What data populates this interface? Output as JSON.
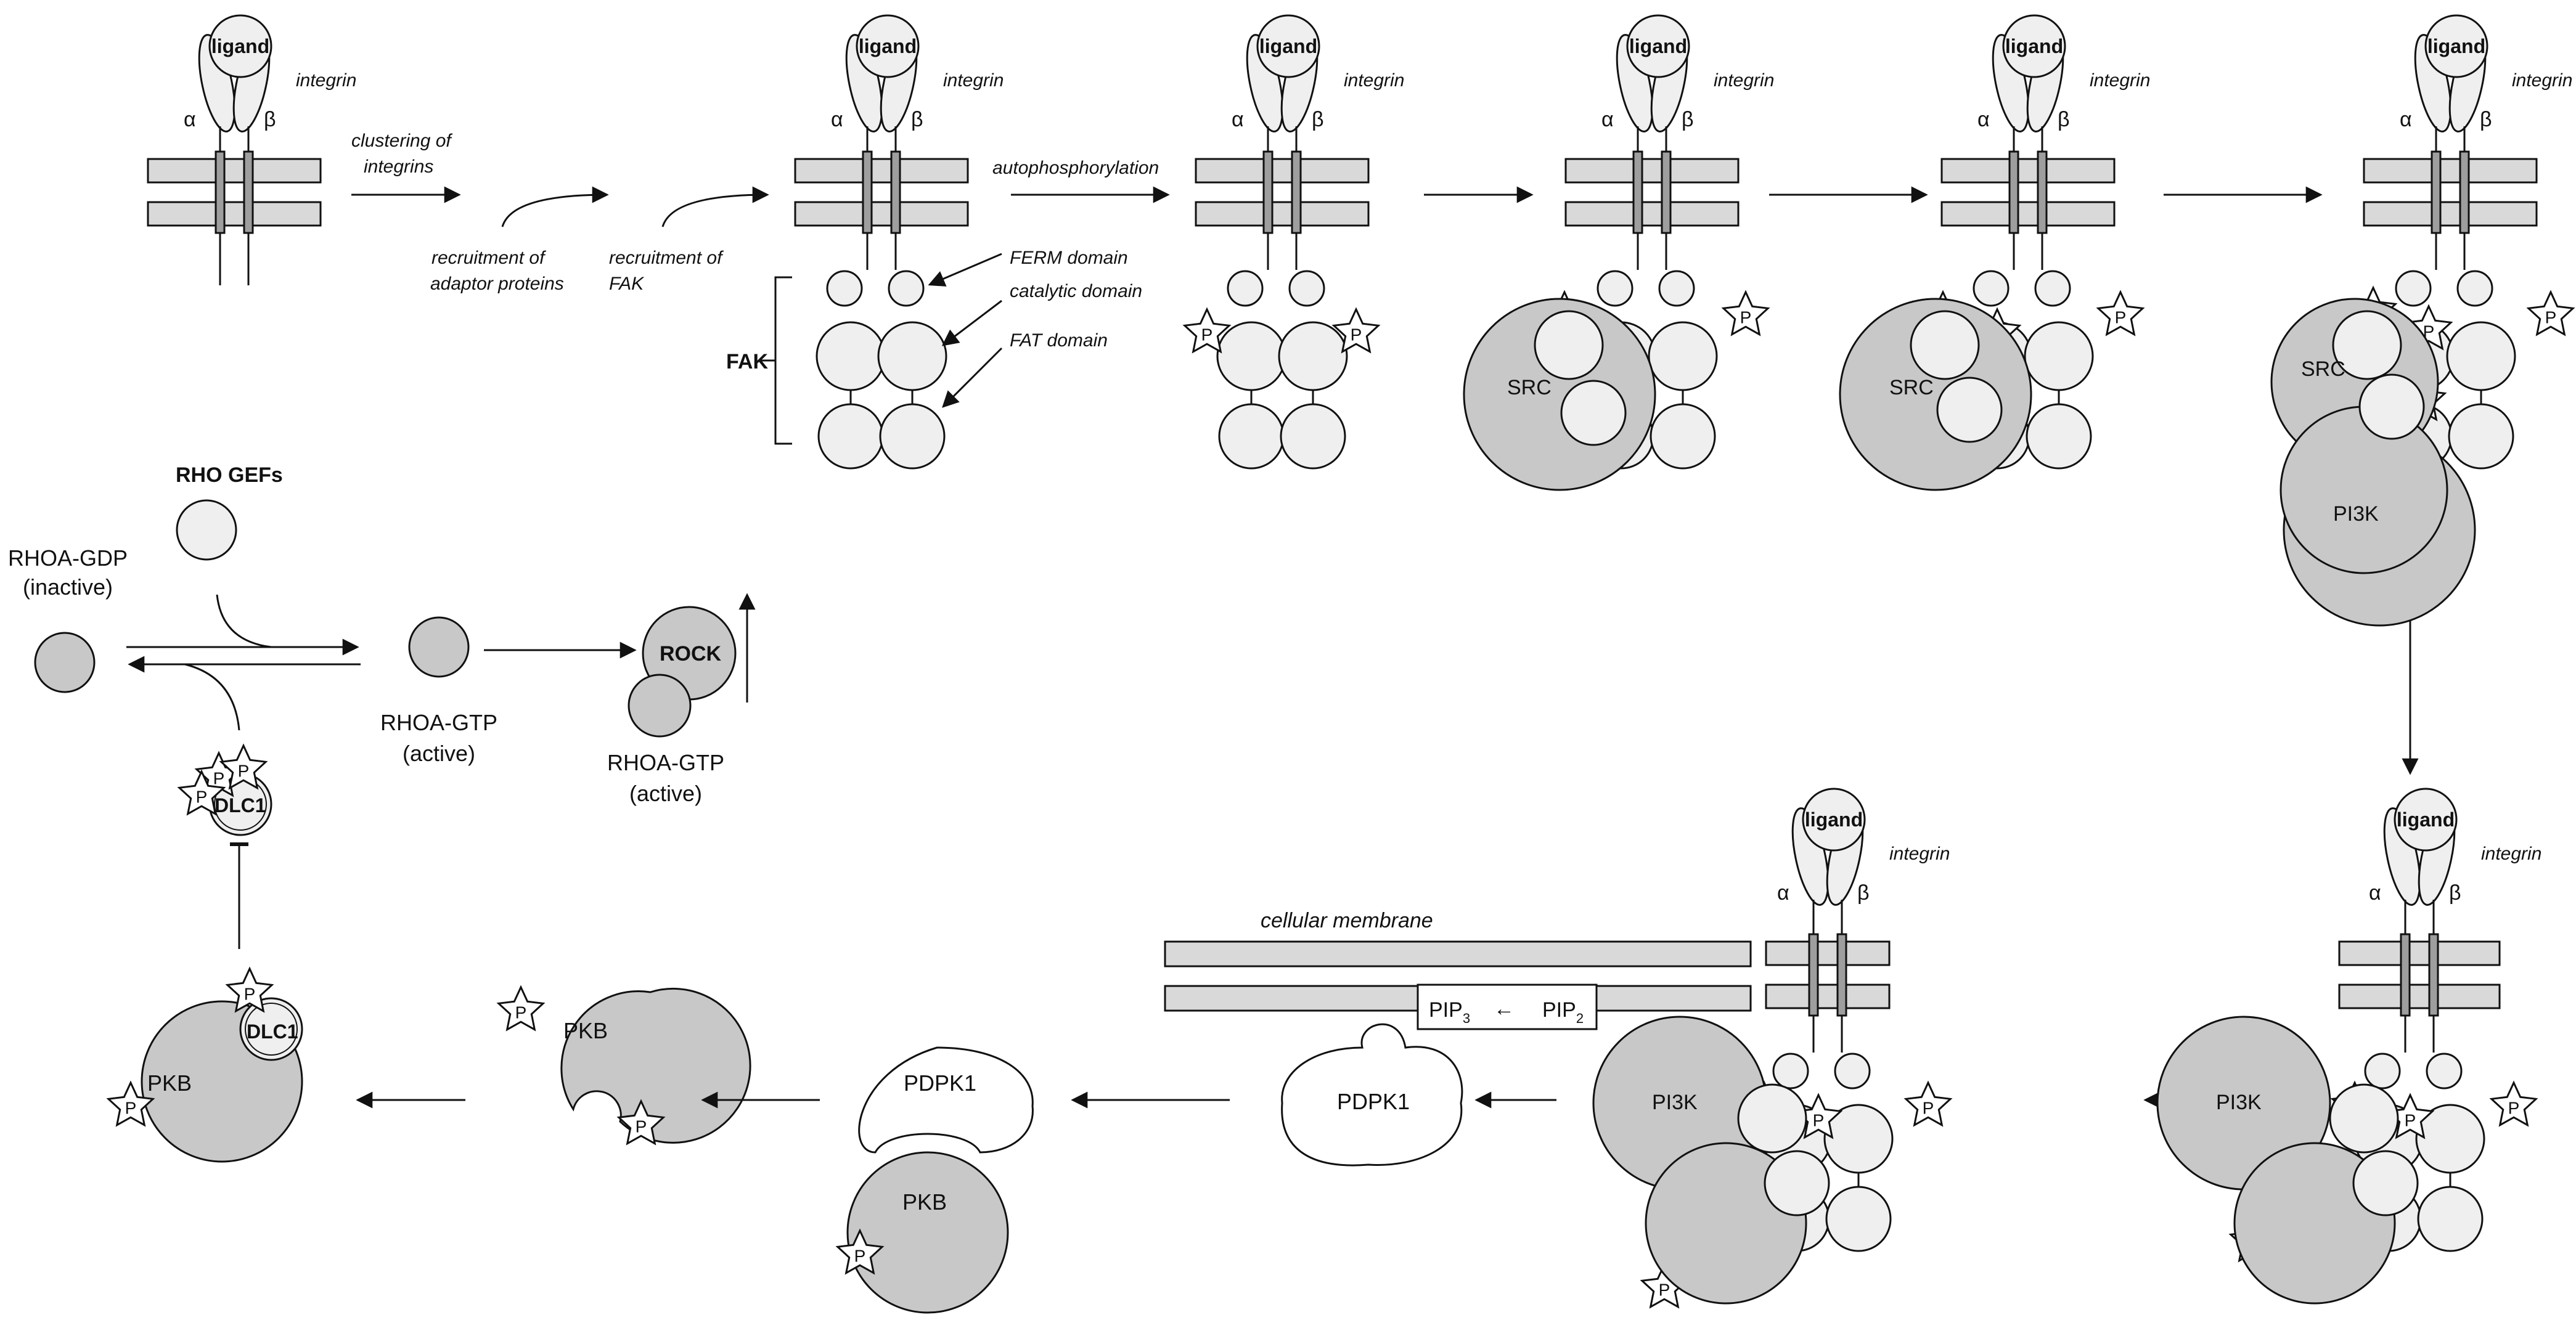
{
  "receptor": {
    "ligand": "ligand",
    "integrin": "integrin",
    "alpha": "α",
    "beta": "β"
  },
  "steps": {
    "clustering": [
      "clustering of",
      "integrins"
    ],
    "recruit_adaptor": [
      "recruitment of",
      "adaptor proteins"
    ],
    "recruit_fak": [
      "recruitment of",
      "FAK"
    ],
    "autophosphorylation": "autophosphorylation",
    "membrane": "cellular membrane"
  },
  "fak_domains": {
    "label": "FAK",
    "ferm": "FERM domain",
    "catalytic": "catalytic domain",
    "fat": "FAT domain"
  },
  "proteins": {
    "src": "SRC",
    "pi3k": "PI3K",
    "pdpk1": "PDPK1",
    "pkb": "PKB",
    "dlc1": "DLC1",
    "rock": "ROCK",
    "phospho": "P"
  },
  "lipids": {
    "pip3_base": "PIP",
    "pip3_sub": "3",
    "pip2_base": "PIP",
    "pip2_sub": "2",
    "arrow": "←"
  },
  "rho": {
    "gefs": "RHO GEFs",
    "gdp": "RHOA-GDP",
    "gdp_state": "(inactive)",
    "gtp": "RHOA-GTP",
    "gtp_state": "(active)"
  },
  "colors": {
    "dark_protein": "#c8c8c8",
    "light_protein": "#efefef",
    "membrane": "#d9d9d9",
    "stroke": "#111111"
  }
}
